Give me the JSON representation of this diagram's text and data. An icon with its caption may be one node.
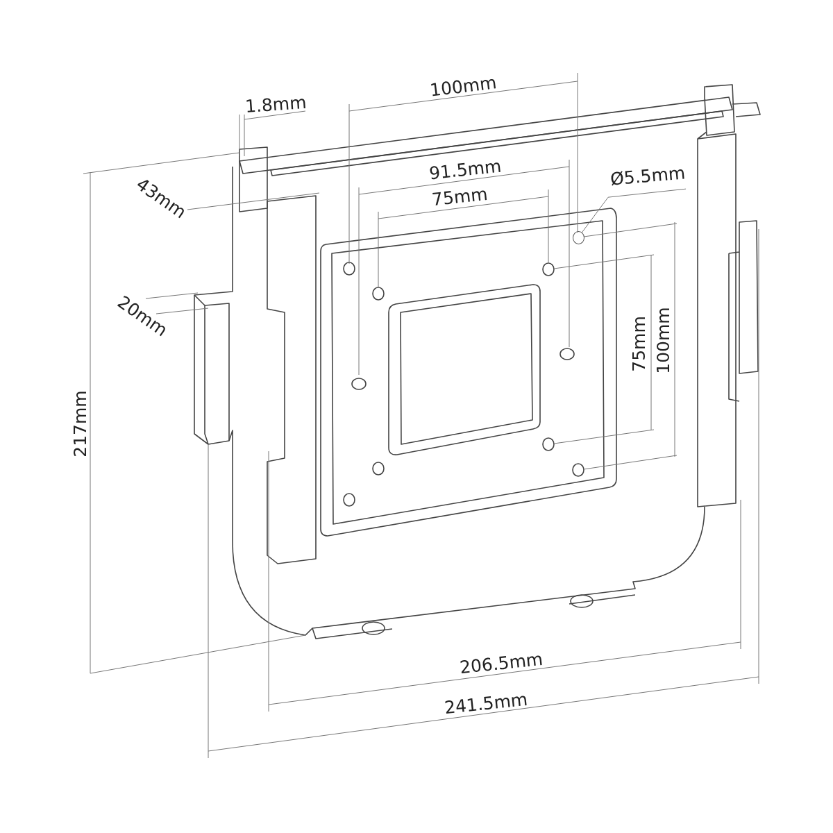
{
  "diagram": {
    "nodes": [
      {
        "text": [
          "Ø5.5mm"
        ]
      },
      {
        "text": [],
        "shape": "circle"
      }
    ],
    "edges": [
      {
        "from": 0,
        "to": 1,
        "arrow": "none"
      }
    ],
    "labels": [
      "1.8mm",
      "100mm",
      "43mm",
      "91.5mm",
      "75mm",
      "20mm",
      "75mm",
      "100mm",
      "217mm",
      "206.5mm",
      "241.5mm"
    ]
  }
}
